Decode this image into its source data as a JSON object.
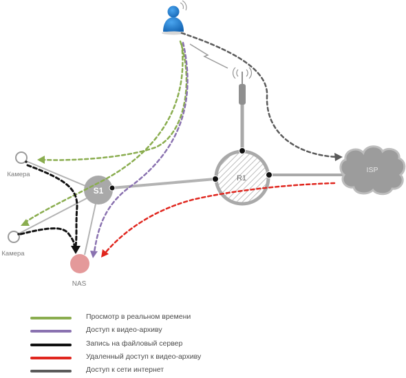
{
  "nodes": {
    "camera_1_label": "Камера",
    "camera_2_label": "Камера",
    "switch_label": "S1",
    "router_label": "R1",
    "isp_label": "ISP",
    "nas_label": "NAS"
  },
  "legend": [
    {
      "label": "Просмотр в реальном времени",
      "color": "#8aad4f"
    },
    {
      "label": "Доступ к видео-архиву",
      "color": "#8a72b0"
    },
    {
      "label": "Запись на файловый сервер",
      "color": "#111111"
    },
    {
      "label": "Удаленный доступ к видео-архиву",
      "color": "#e0261e"
    },
    {
      "label": "Доступ к сети интернет",
      "color": "#5a5a5a"
    }
  ],
  "colors": {
    "user": "#1a75c9",
    "link": "#b3b3b3",
    "node": "#a9a9a9",
    "nas": "#e4999a",
    "cloud": "#9a9a9a"
  },
  "icons": [
    "user-icon",
    "signal-icon",
    "antenna-icon",
    "lightning-icon",
    "cloud-icon"
  ]
}
